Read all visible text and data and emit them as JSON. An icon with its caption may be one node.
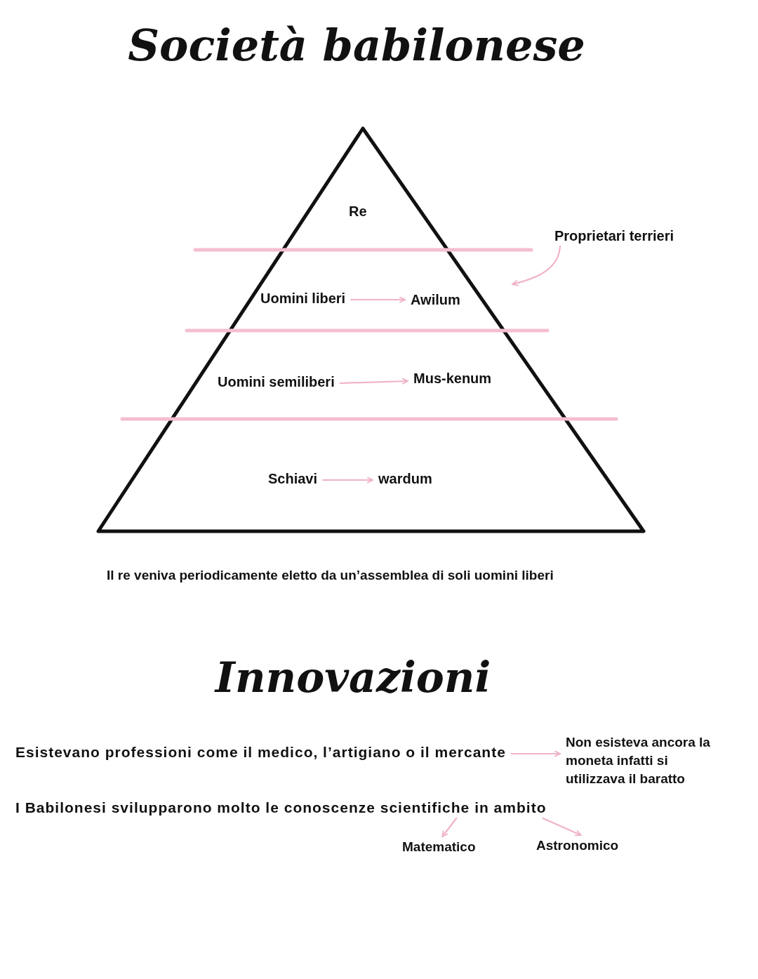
{
  "diagram": {
    "title": "Società babilonese",
    "nodes": [
      {
        "text": [
          "Re"
        ]
      },
      {
        "text": [
          "Uomini liberi"
        ]
      },
      {
        "text": [
          "Awilum"
        ]
      },
      {
        "text": [
          "Uomini semiliberi"
        ]
      },
      {
        "text": [
          "Mus-kenum"
        ]
      },
      {
        "text": [
          "Schiavi"
        ]
      },
      {
        "text": [
          "wardum"
        ]
      },
      {
        "text": [
          "Proprietari terrieri"
        ]
      },
      {
        "text": [
          "Esistevano professioni come il medico, l’artigiano o il mercante"
        ]
      },
      {
        "text": [
          "Non esisteva ancora la moneta infatti si utilizzava il baratto"
        ]
      },
      {
        "text": [
          "I Babilonesi svilupparono molto le conoscenze scientifiche in ambito"
        ]
      },
      {
        "text": [
          "Matematico"
        ]
      },
      {
        "text": [
          "Astronomico"
        ]
      }
    ],
    "edges": [
      {
        "from": 1,
        "to": 2,
        "arrow": "to"
      },
      {
        "from": 3,
        "to": 4,
        "arrow": "to"
      },
      {
        "from": 5,
        "to": 6,
        "arrow": "to"
      },
      {
        "from": 7,
        "to": null,
        "arrow": "to"
      },
      {
        "from": 8,
        "to": 9,
        "arrow": "to"
      },
      {
        "from": 10,
        "to": 11,
        "arrow": "to"
      },
      {
        "from": 10,
        "to": 12,
        "arrow": "to"
      }
    ],
    "labels": [
      "Il re veniva periodicamente eletto da un’assemblea di soli uomini liberi",
      "Innovazioni"
    ]
  }
}
